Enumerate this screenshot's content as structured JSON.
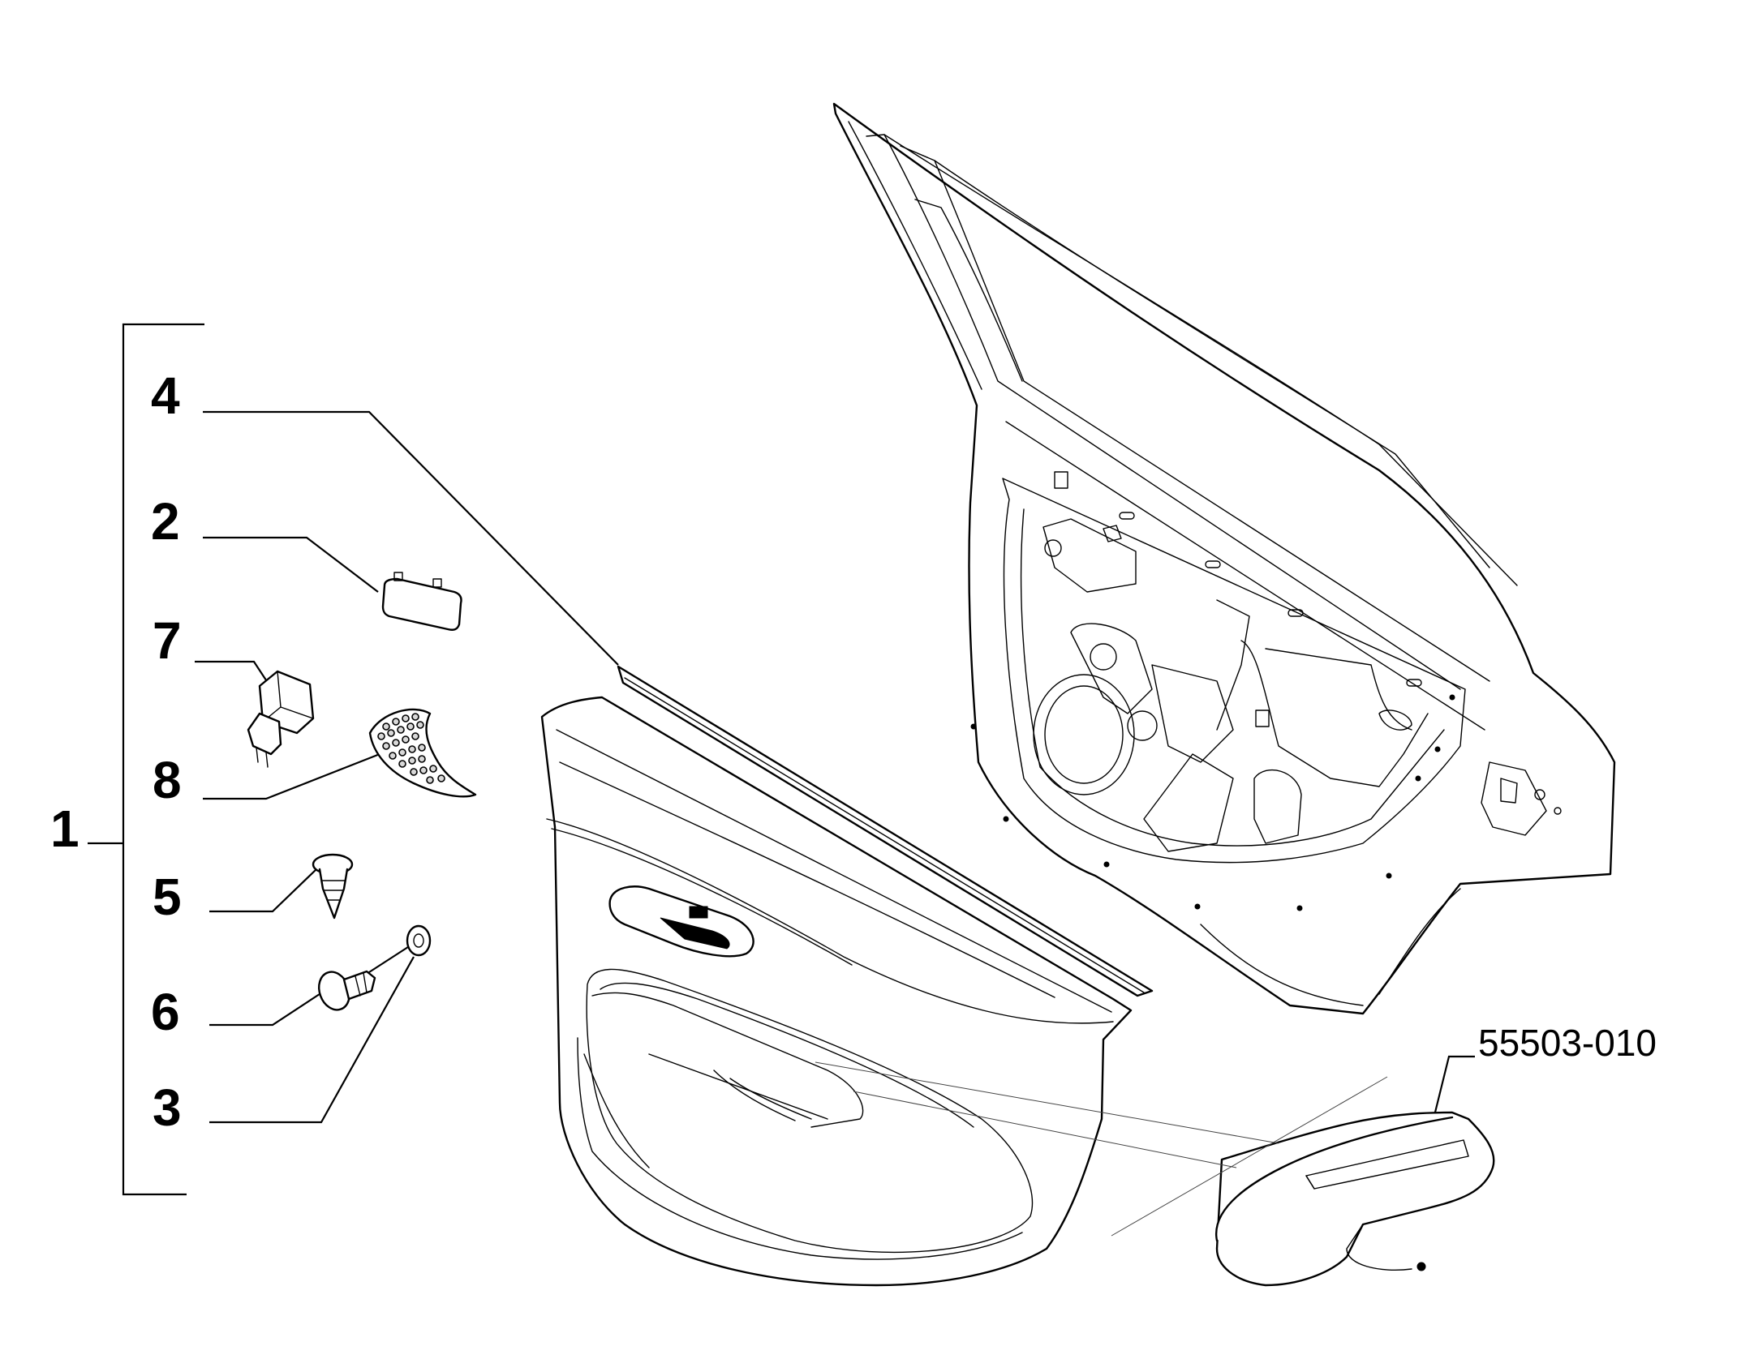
{
  "callouts": {
    "group": "1",
    "item_2": "2",
    "item_3": "3",
    "item_4": "4",
    "item_5": "5",
    "item_6": "6",
    "item_7": "7",
    "item_8": "8"
  },
  "reference": {
    "code": "55503-010"
  },
  "parts": [
    {
      "icon": "door-panel-icon"
    },
    {
      "icon": "door-frame-icon"
    },
    {
      "icon": "trim-strip-icon"
    },
    {
      "icon": "clip-icon"
    },
    {
      "icon": "connector-icon"
    },
    {
      "icon": "speaker-grille-icon"
    },
    {
      "icon": "push-pin-icon"
    },
    {
      "icon": "screw-icon"
    },
    {
      "icon": "washer-icon"
    },
    {
      "icon": "handle-bezel-icon"
    }
  ],
  "colors": {
    "line": "#000000",
    "background": "#ffffff"
  }
}
